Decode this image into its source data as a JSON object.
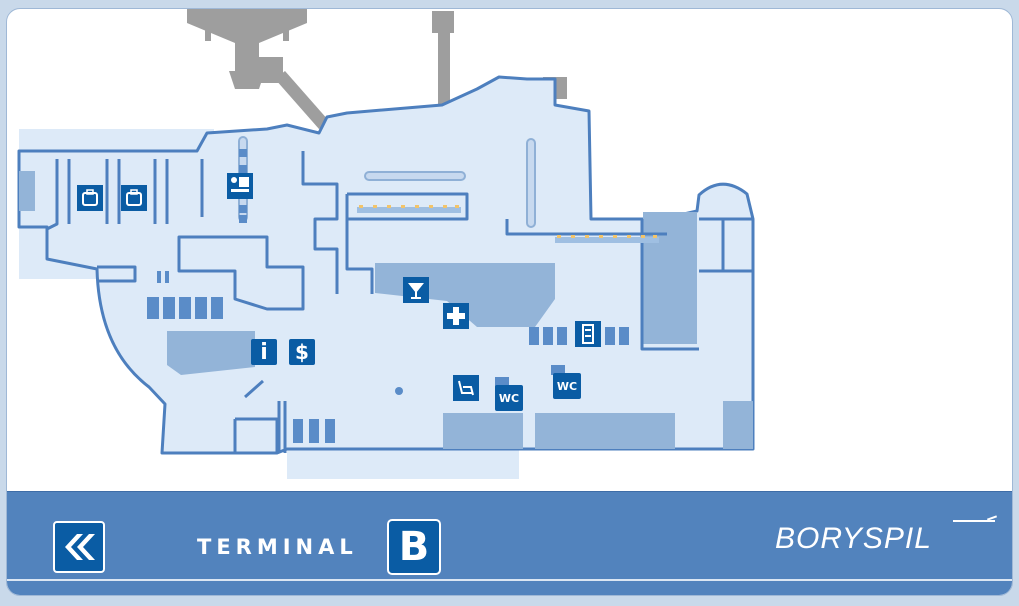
{
  "footer": {
    "terminal_label": "TERMINAL",
    "terminal_letter": "B",
    "logo_text": "BORYSPIL"
  },
  "amenities": {
    "info": "i",
    "exchange": "$",
    "wc_1": "WC",
    "wc_2": "WC"
  },
  "colors": {
    "building_fill": "#ddeaf8",
    "building_outline": "#4d7fbe",
    "dark_zone": "#93b4d8",
    "icon_blue": "#0a5ca4",
    "footer_blue": "#5283bd",
    "apron_gray": "#9e9e9e"
  },
  "icons": [
    "baggage-claim-icon",
    "baggage-claim-icon",
    "check-in-desk-icon",
    "bar-cocktail-icon",
    "first-aid-icon",
    "info-icon",
    "currency-exchange-icon",
    "lounge-seat-icon",
    "wc-icon",
    "wc-icon",
    "elevator-icon",
    "back-double-chevron-icon",
    "airplane-icon"
  ]
}
